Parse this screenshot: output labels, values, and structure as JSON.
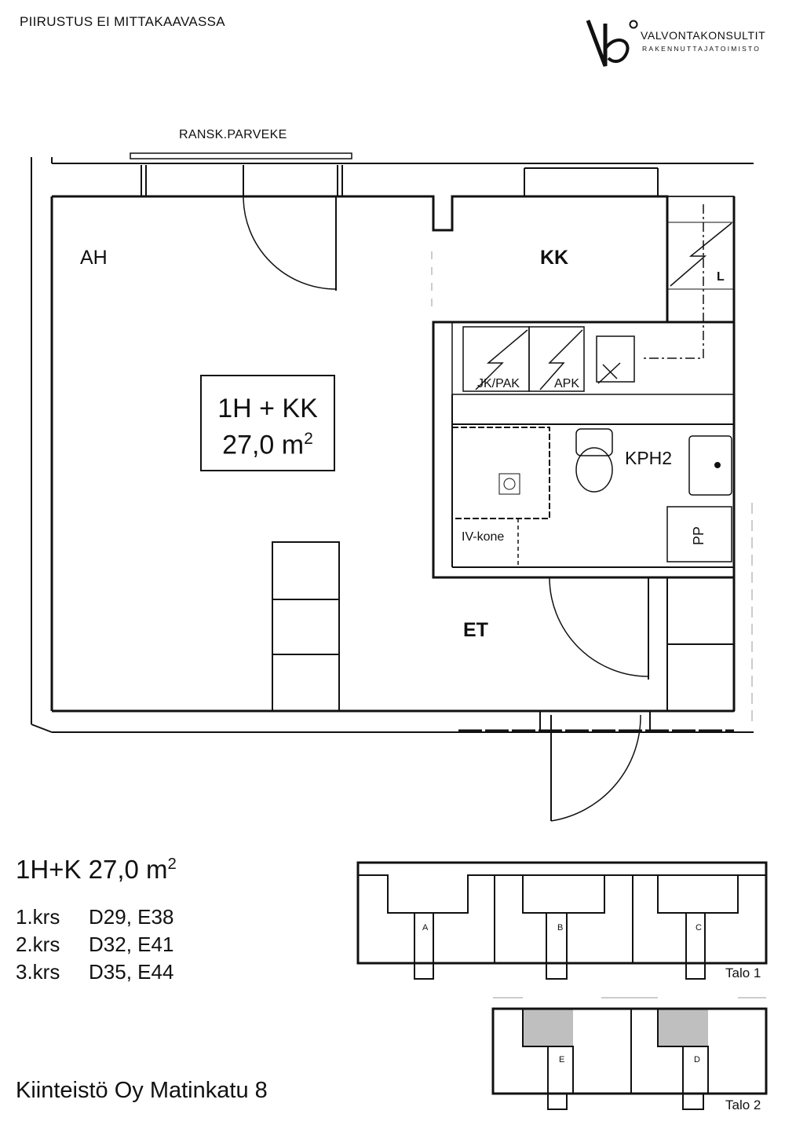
{
  "header": {
    "scale_note": "PIIRUSTUS EI MITTAKAAVASSA",
    "logo": {
      "name": "VALVONTAKONSULTIT",
      "subtitle": "RAKENNUTTAJATOIMISTO"
    }
  },
  "plan": {
    "balcony_label": "RANSK.PARVEKE",
    "rooms": {
      "living": "AH",
      "kitchen": "KK",
      "entry": "ET",
      "bathroom": "KPH2",
      "ventilation": "IV-kone",
      "fridge_freezer": "JK/PAK",
      "freezer_cabinet": "APK",
      "closet": "L",
      "laundry": "PP"
    },
    "area_box": {
      "type": "1H + KK",
      "area": "27,0 m",
      "unit_sup": "2"
    }
  },
  "summary": {
    "title": "1H+K 27,0 m",
    "title_sup": "2",
    "floors": [
      {
        "floor": "1.krs",
        "units": "D29, E38"
      },
      {
        "floor": "2.krs",
        "units": "D32, E41"
      },
      {
        "floor": "3.krs",
        "units": "D35, E44"
      }
    ]
  },
  "key_plan": {
    "talo1": {
      "label": "Talo 1",
      "stairs": [
        "A",
        "B",
        "C"
      ]
    },
    "talo2": {
      "label": "Talo 2",
      "stairs": [
        "E",
        "D"
      ]
    },
    "highlight_color": "#bfbfbf"
  },
  "company": "Kiinteistö Oy Matinkatu 8"
}
